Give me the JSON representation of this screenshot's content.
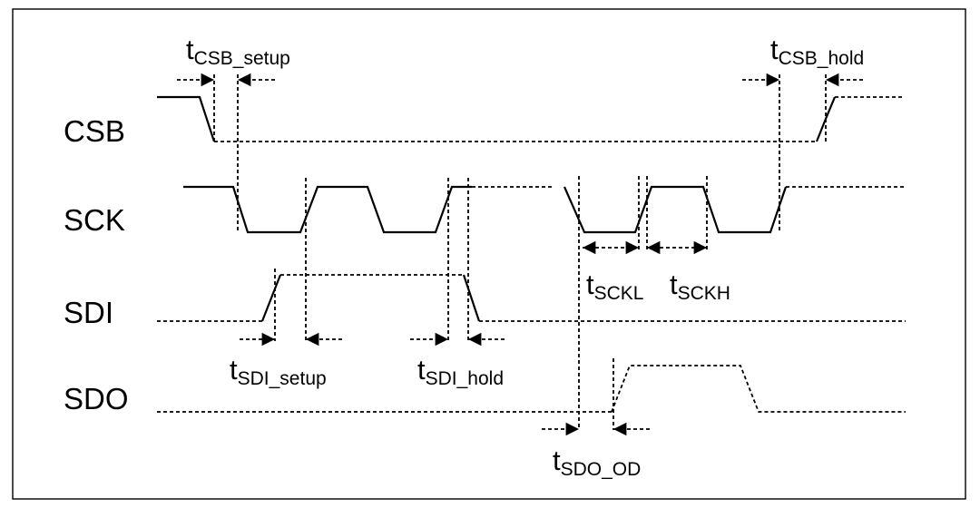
{
  "diagram": {
    "signals": [
      {
        "name": "CSB"
      },
      {
        "name": "SCK"
      },
      {
        "name": "SDI"
      },
      {
        "name": "SDO"
      }
    ],
    "timing_labels": {
      "csb_setup": {
        "main": "t",
        "sub": "CSB_setup"
      },
      "csb_hold": {
        "main": "t",
        "sub": "CSB_hold"
      },
      "sckl": {
        "main": "t",
        "sub": "SCKL"
      },
      "sckh": {
        "main": "t",
        "sub": "SCKH"
      },
      "sdi_setup": {
        "main": "t",
        "sub": "SDI_setup"
      },
      "sdi_hold": {
        "main": "t",
        "sub": "SDI_hold"
      },
      "sdo_od": {
        "main": "t",
        "sub": "SDO_OD"
      }
    }
  }
}
